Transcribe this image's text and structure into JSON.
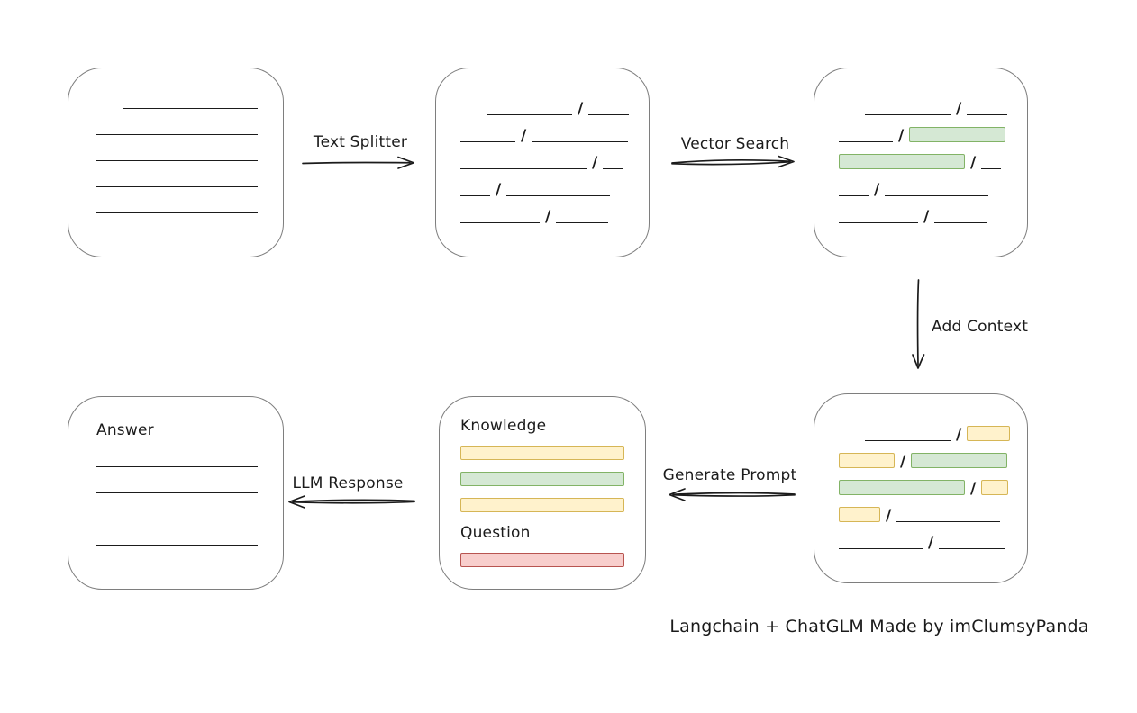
{
  "labels": {
    "text_splitter": "Text Splitter",
    "vector_search": "Vector Search",
    "add_context": "Add Context",
    "generate_prompt": "Generate Prompt",
    "llm_response": "LLM Response"
  },
  "caption": "Langchain + ChatGLM Made by imClumsyPanda",
  "colors": {
    "box_border": "#7e7e7e",
    "ink": "#1b1b1b",
    "green_fill": "#d5e8d4",
    "green_border": "#82b366",
    "yellow_fill": "#fff2cc",
    "yellow_border": "#d6b656",
    "red_fill": "#f8cecc",
    "red_border": "#b85450"
  },
  "boxes": {
    "document": {
      "lines": [
        {
          "indent": 61,
          "w": 149
        },
        {
          "indent": 31,
          "w": 179
        },
        {
          "indent": 31,
          "w": 179
        },
        {
          "indent": 31,
          "w": 179
        },
        {
          "indent": 31,
          "w": 179
        }
      ]
    },
    "split_chunks": {
      "rows": [
        {
          "indent": 56,
          "segs": [
            {
              "t": "line",
              "w": 95
            },
            {
              "t": "line",
              "w": 45
            }
          ]
        },
        {
          "indent": 27,
          "segs": [
            {
              "t": "line",
              "w": 61
            },
            {
              "t": "line",
              "w": 107
            }
          ]
        },
        {
          "indent": 27,
          "segs": [
            {
              "t": "line",
              "w": 140
            },
            {
              "t": "line",
              "w": 22
            }
          ]
        },
        {
          "indent": 27,
          "segs": [
            {
              "t": "line",
              "w": 33
            },
            {
              "t": "line",
              "w": 115
            }
          ]
        },
        {
          "indent": 27,
          "segs": [
            {
              "t": "line",
              "w": 88
            },
            {
              "t": "line",
              "w": 58
            }
          ]
        }
      ]
    },
    "matched_chunks": {
      "rows": [
        {
          "indent": 56,
          "segs": [
            {
              "t": "line",
              "w": 95
            },
            {
              "t": "line",
              "w": 45
            }
          ]
        },
        {
          "indent": 27,
          "segs": [
            {
              "t": "line",
              "w": 60
            },
            {
              "t": "green",
              "w": 107
            }
          ]
        },
        {
          "indent": 27,
          "segs": [
            {
              "t": "green",
              "w": 140
            },
            {
              "t": "line",
              "w": 22
            }
          ]
        },
        {
          "indent": 27,
          "segs": [
            {
              "t": "line",
              "w": 33
            },
            {
              "t": "line",
              "w": 115
            }
          ]
        },
        {
          "indent": 27,
          "segs": [
            {
              "t": "line",
              "w": 88
            },
            {
              "t": "line",
              "w": 58
            }
          ]
        }
      ]
    },
    "context_chunks": {
      "rows": [
        {
          "indent": 56,
          "segs": [
            {
              "t": "line",
              "w": 95
            },
            {
              "t": "yellow",
              "w": 48
            }
          ]
        },
        {
          "indent": 27,
          "segs": [
            {
              "t": "yellow",
              "w": 62
            },
            {
              "t": "green",
              "w": 107
            }
          ]
        },
        {
          "indent": 27,
          "segs": [
            {
              "t": "green",
              "w": 140
            },
            {
              "t": "yellow",
              "w": 30
            }
          ]
        },
        {
          "indent": 27,
          "segs": [
            {
              "t": "yellow",
              "w": 46
            },
            {
              "t": "line",
              "w": 115
            }
          ]
        },
        {
          "indent": 27,
          "segs": [
            {
              "t": "line",
              "w": 93
            },
            {
              "t": "line",
              "w": 73
            }
          ]
        }
      ]
    },
    "prompt": {
      "knowledge_label": "Knowledge",
      "question_label": "Question",
      "knowledge_bars": [
        {
          "t": "yellow"
        },
        {
          "t": "green"
        },
        {
          "t": "yellow"
        }
      ],
      "question_bars": [
        {
          "t": "red"
        }
      ]
    },
    "answer": {
      "label": "Answer",
      "lines": [
        {
          "indent": 31,
          "w": 179
        },
        {
          "indent": 31,
          "w": 179
        },
        {
          "indent": 31,
          "w": 179
        },
        {
          "indent": 31,
          "w": 179
        }
      ]
    }
  }
}
